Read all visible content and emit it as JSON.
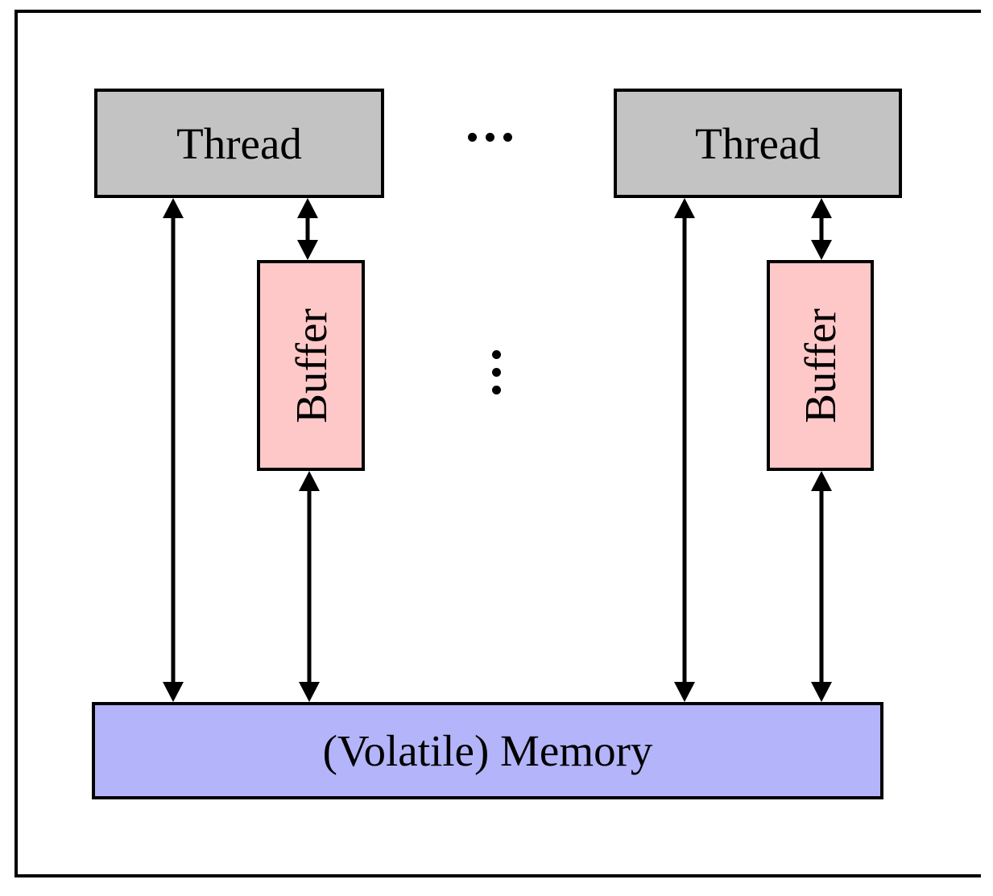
{
  "figure": {
    "threads": [
      {
        "label": "Thread"
      },
      {
        "label": "Thread"
      }
    ],
    "buffers": [
      {
        "label": "Buffer"
      },
      {
        "label": "Buffer"
      }
    ],
    "memory": {
      "label": "(Volatile) Memory"
    },
    "ellipsis": {
      "horizontal_icon": "horizontal-ellipsis",
      "vertical_icon": "vertical-ellipsis"
    },
    "colors": {
      "thread_fill": "#C3C3C3",
      "buffer_fill": "#FFC8C8",
      "memory_fill": "#B4B4FA",
      "line": "#000000"
    }
  }
}
